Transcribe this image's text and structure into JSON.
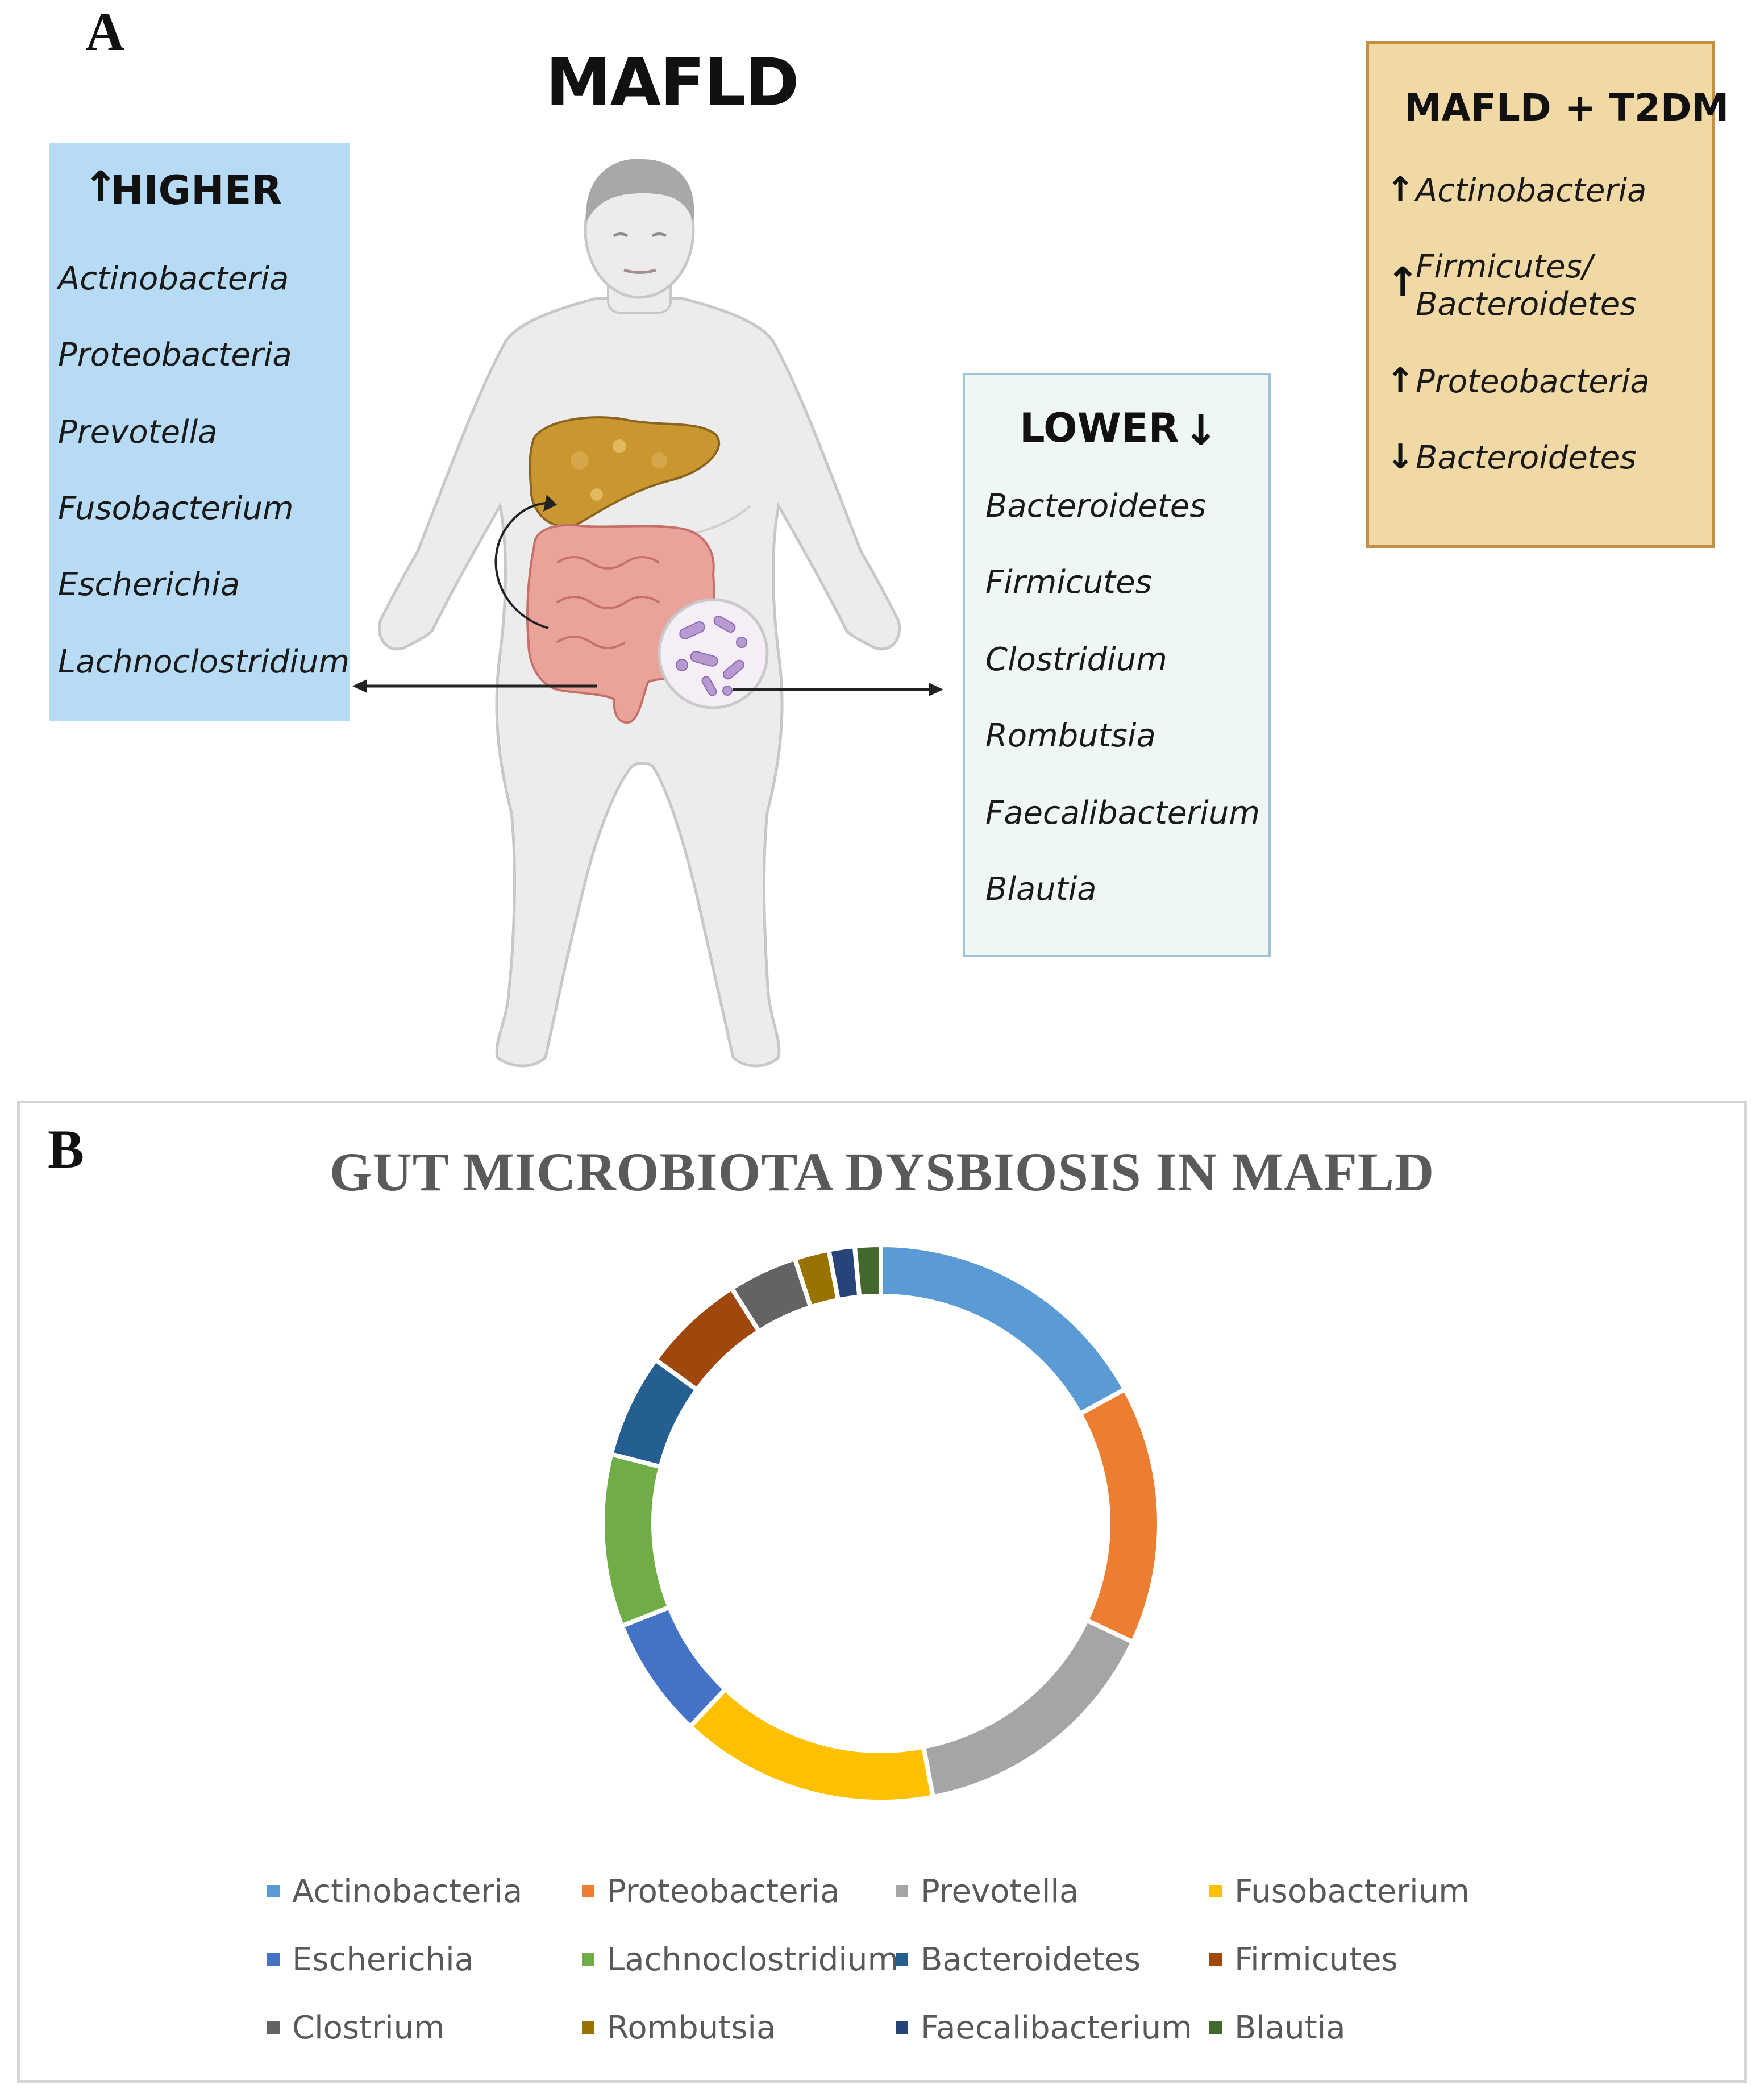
{
  "panel_a": {
    "letter": "A",
    "title": "MAFLD",
    "higher": {
      "heading": "HIGHER",
      "heading_arrow": "↑",
      "items": [
        "Actinobacteria",
        "Proteobacteria",
        "Prevotella",
        "Fusobacterium",
        "Escherichia",
        "Lachnoclostridium"
      ]
    },
    "lower": {
      "heading": "LOWER",
      "heading_arrow": "↓",
      "items": [
        "Bacteroidetes",
        "Firmicutes",
        "Clostridium",
        "Rombutsia",
        "Faecalibacterium",
        "Blautia"
      ]
    },
    "t2dm": {
      "title": "MAFLD + T2DM",
      "items": [
        {
          "arrow": "↑",
          "line1": "Actinobacteria",
          "line2": ""
        },
        {
          "arrow": "↑",
          "line1": "Firmicutes/",
          "line2": "Bacteroidetes"
        },
        {
          "arrow": "↑",
          "line1": "Proteobacteria",
          "line2": ""
        },
        {
          "arrow": "↓",
          "line1": "Bacteroidetes",
          "line2": ""
        }
      ]
    },
    "colors": {
      "higher_box": "#b7daf5",
      "lower_box": "#eef7f6",
      "t2dm_box": "#f1d9a6",
      "liver": "#c9962f",
      "intestine": "#eaa39b",
      "body": "#ececec"
    }
  },
  "panel_b": {
    "letter": "B"
  },
  "chart_data": {
    "type": "pie",
    "variant": "donut",
    "title": "GUT MICROBIOTA DYSBIOSIS IN MAFLD",
    "legend_position": "bottom",
    "categories": [
      "Actinobacteria",
      "Proteobacteria",
      "Prevotella",
      "Fusobacterium",
      "Escherichia",
      "Lachnoclostridium",
      "Bacteroidetes",
      "Firmicutes",
      "Clostrium",
      "Rombutsia",
      "Faecalibacterium",
      "Blautia"
    ],
    "values": [
      17,
      15,
      15,
      15,
      7,
      10,
      6,
      6,
      4,
      2,
      1.5,
      1.5
    ],
    "colors": [
      "#5b9bd5",
      "#ed7d31",
      "#a5a5a5",
      "#ffc000",
      "#4472c4",
      "#70ad47",
      "#255e91",
      "#9e480e",
      "#636363",
      "#997300",
      "#264478",
      "#43682b"
    ]
  }
}
